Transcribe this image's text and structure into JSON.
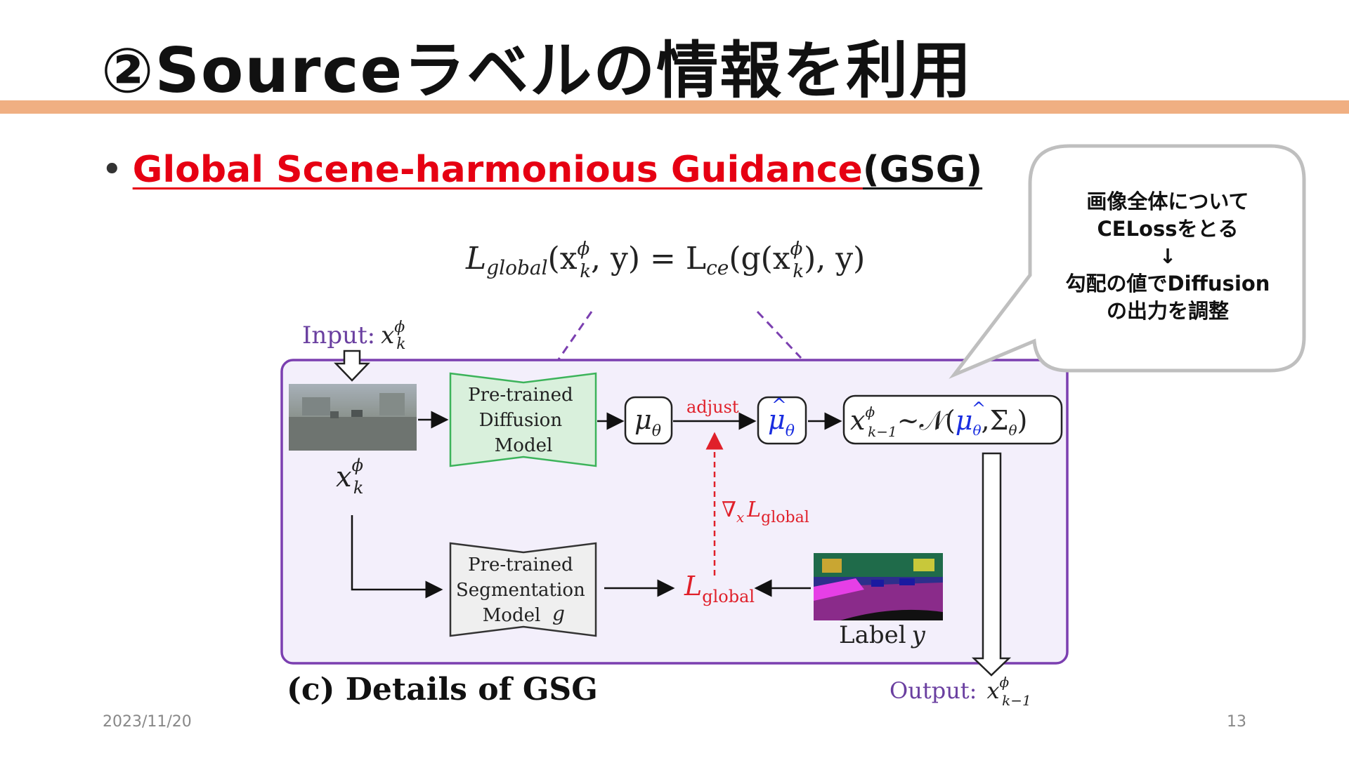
{
  "slide": {
    "title": "②Sourceラベルの情報を利用",
    "bullet": {
      "marker": "•",
      "highlight": "Global Scene-harmonious Guidance",
      "suffix": "(GSG)"
    },
    "date": "2023/11/20",
    "page_number": "13"
  },
  "colors": {
    "accent_rule": "#f0af82",
    "highlight_red": "#e60012",
    "frame_purple": "#7b3fb0",
    "diffusion_green": "#3cb35a",
    "gradient_red": "#e0202a",
    "mu_hat_blue": "#1a2ee0"
  },
  "formula": {
    "lhs": "L",
    "lhs_sub": "global",
    "args": "(x",
    "sup": "ϕ",
    "sub": "k",
    "mid": ", y) = L",
    "ce_sub": "ce",
    "rhs": "(g(x",
    "end": "), y)"
  },
  "diagram": {
    "input_label": "Input:",
    "input_var": "x",
    "var_sup": "ϕ",
    "var_sub": "k",
    "diffusion_box": [
      "Pre-trained",
      "Diffusion",
      "Model"
    ],
    "segmentation_box": [
      "Pre-trained",
      "Segmentation",
      "Model"
    ],
    "segmentation_var": "g",
    "mu": "μ",
    "mu_sub": "θ",
    "adjust_label": "adjust",
    "gradient_nabla": "∇",
    "gradient_sub": "x",
    "gradient_L": "L",
    "gradient_L_sub": "global",
    "loss_L": "L",
    "loss_sub": "global",
    "sample_x": "x",
    "sample_sub": "k−1",
    "sample_dist": "~𝒩(",
    "sample_sigma": ",Σ",
    "sample_close": ")",
    "label_text": "Label",
    "label_var": "y",
    "caption": "(c)  Details of GSG",
    "output_label": "Output:",
    "output_sub": "k−1"
  },
  "callout": {
    "lines": [
      "画像全体について",
      "CELossをとる",
      "↓",
      "勾配の値でDiffusion",
      "の出力を調整"
    ]
  }
}
